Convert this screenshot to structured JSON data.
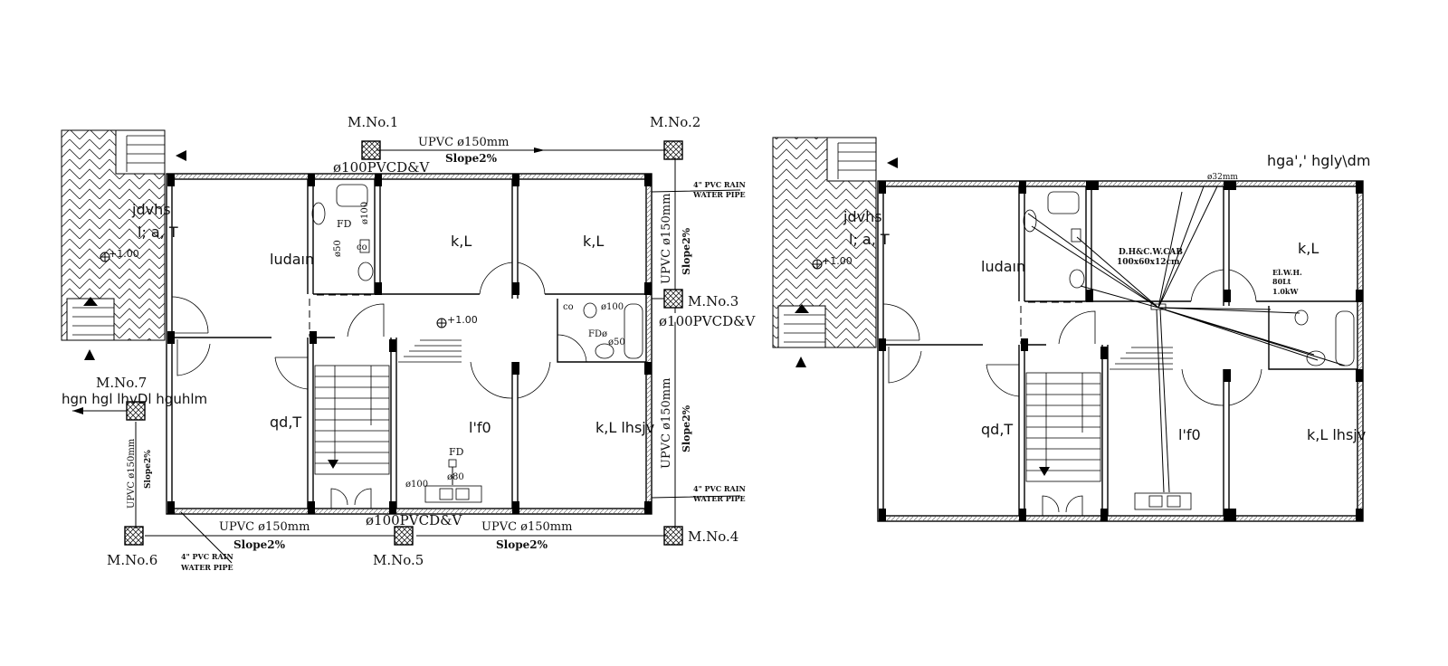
{
  "manholes": {
    "m1": "M.No.1",
    "m2": "M.No.2",
    "m3": "M.No.3",
    "m4": "M.No.4",
    "m5": "M.No.5",
    "m6": "M.No.6",
    "m7": "M.No.7"
  },
  "pipes": {
    "upvc150": "UPVC  ø150mm",
    "upvc150_short": "UPVC ø150mm",
    "upvc150_v1": "UPVC  ø150mm",
    "upvc150_v2": "UPVC ø150mm",
    "upvc150_v3": "UPVC ø150mm",
    "slope": "Slope2%",
    "pvcd_top": "ø100PVCD&V",
    "pvcd_right": "ø100PVCD&V",
    "pvcd_bottom": "ø100PVCD&V",
    "rain_a": "4\" PVC RAIN",
    "rain_b": "WATER PIPE"
  },
  "left_plan": {
    "terrace_1": "jdvhs",
    "terrace_2": "l; a, T",
    "level_terrace": "+1.00",
    "level_hall": "+1.00",
    "room_drawing": "ludaın",
    "room_bed1": "k,L",
    "room_bed2": "k,L",
    "room_dining": "qd,T",
    "room_kitchen": "l'f0",
    "room_bed3": "k,L  lhsjv",
    "road_note": "hgn  hgl lhvDl hguhlm",
    "fd": "FD",
    "fd_kitchen": "FD",
    "co": "co",
    "co2": "co",
    "p100a": "ø100",
    "p100b": "ø100",
    "p100c": "ø100",
    "p50a": "ø50",
    "p50b": "ø50",
    "p80": "ø80",
    "fd2": "FDø"
  },
  "right_plan": {
    "terrace_1": "jdvhs",
    "terrace_2": "l; a, T",
    "level_terrace": "+1.00",
    "room_drawing": "ludaın",
    "room_bed1": "k,L",
    "room_dining": "qd,T",
    "room_kitchen": "l'f0",
    "room_bed3": "k,L  lhsjv",
    "title_note": "hga',' hgly\\dm",
    "pipe32": "ø32mm",
    "cab_1": "D.H&C.W.CAB",
    "cab_2": "100x60x12cm",
    "ewh_1": "El.W.H.",
    "ewh_2": "80Lt",
    "ewh_3": "1.0kW"
  }
}
